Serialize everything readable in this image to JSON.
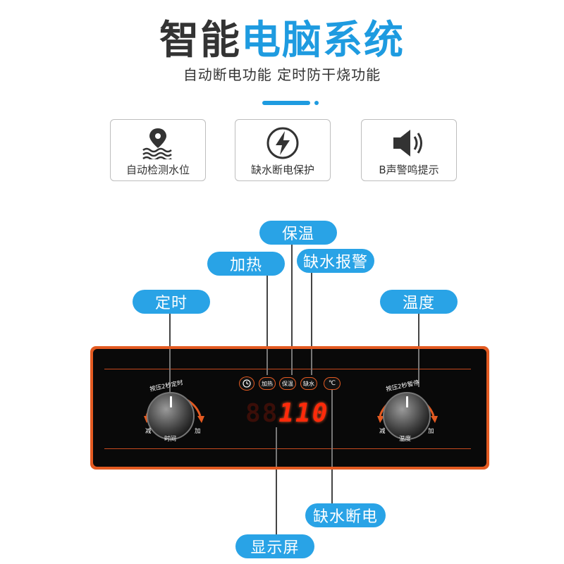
{
  "header": {
    "title_dark": "智能",
    "title_blue": "电脑系统",
    "subtitle": "自动断电功能  定时防干烧功能"
  },
  "features": [
    {
      "label": "自动检测水位",
      "icon": "water-level-icon"
    },
    {
      "label": "缺水断电保护",
      "icon": "lightning-icon"
    },
    {
      "label": "B声警鸣提示",
      "icon": "speaker-icon"
    }
  ],
  "callouts": {
    "keep_warm": "保温",
    "heating": "加热",
    "water_alarm": "缺水报警",
    "timer": "定时",
    "temperature": "温度",
    "water_cutoff": "缺水断电",
    "display": "显示屏"
  },
  "panel": {
    "buttons": [
      "加热",
      "保温",
      "缺水"
    ],
    "celsius": "℃",
    "left_knob": {
      "arc_label": "按压2秒定时",
      "minus": "减",
      "plus": "加",
      "name": "时间"
    },
    "right_knob": {
      "arc_label": "按压2秒暂停",
      "minus": "减",
      "plus": "加",
      "name": "温度"
    },
    "display_dim": "88",
    "display_value": "110"
  },
  "colors": {
    "accent_blue": "#1e9be0",
    "panel_orange": "#e35a21",
    "digit_red": "#ff2a0a"
  }
}
